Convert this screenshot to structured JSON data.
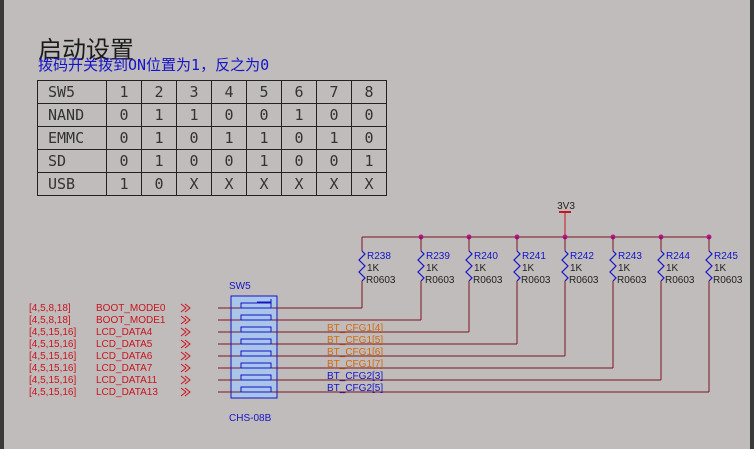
{
  "title": "启动设置",
  "subtitle": "拨码开关拨到ON位置为1，反之为0",
  "table": {
    "header": [
      "SW5",
      "1",
      "2",
      "3",
      "4",
      "5",
      "6",
      "7",
      "8"
    ],
    "rows": [
      [
        "NAND",
        "0",
        "1",
        "1",
        "0",
        "0",
        "1",
        "0",
        "0"
      ],
      [
        "EMMC",
        "0",
        "1",
        "0",
        "1",
        "1",
        "0",
        "1",
        "0"
      ],
      [
        "SD",
        "0",
        "1",
        "0",
        "0",
        "1",
        "0",
        "0",
        "1"
      ],
      [
        "USB",
        "1",
        "0",
        "X",
        "X",
        "X",
        "X",
        "X",
        "X"
      ]
    ]
  },
  "schematic": {
    "power_label": "3V3",
    "switch": {
      "ref": "SW5",
      "part": "CHS-08B"
    },
    "resistors": [
      {
        "ref": "R238",
        "value": "1K",
        "package": "R0603"
      },
      {
        "ref": "R239",
        "value": "1K",
        "package": "R0603"
      },
      {
        "ref": "R240",
        "value": "1K",
        "package": "R0603"
      },
      {
        "ref": "R241",
        "value": "1K",
        "package": "R0603"
      },
      {
        "ref": "R242",
        "value": "1K",
        "package": "R0603"
      },
      {
        "ref": "R243",
        "value": "1K",
        "package": "R0603"
      },
      {
        "ref": "R244",
        "value": "1K",
        "package": "R0603"
      },
      {
        "ref": "R245",
        "value": "1K",
        "package": "R0603"
      }
    ],
    "nets": [
      {
        "sheet_ref": "[4,5,8,18]",
        "name": "BOOT_MODE0",
        "bt_label": ""
      },
      {
        "sheet_ref": "[4,5,8,18]",
        "name": "BOOT_MODE1",
        "bt_label": ""
      },
      {
        "sheet_ref": "[4,5,15,16]",
        "name": "LCD_DATA4",
        "bt_label": "BT_CFG1[4]"
      },
      {
        "sheet_ref": "[4,5,15,16]",
        "name": "LCD_DATA5",
        "bt_label": "BT_CFG1[5]"
      },
      {
        "sheet_ref": "[4,5,15,16]",
        "name": "LCD_DATA6",
        "bt_label": "BT_CFG1[6]"
      },
      {
        "sheet_ref": "[4,5,15,16]",
        "name": "LCD_DATA7",
        "bt_label": "BT_CFG1[7]"
      },
      {
        "sheet_ref": "[4,5,15,16]",
        "name": "LCD_DATA11",
        "bt_label": "BT_CFG2[3]"
      },
      {
        "sheet_ref": "[4,5,15,16]",
        "name": "LCD_DATA13",
        "bt_label": "BT_CFG2[5]"
      }
    ],
    "colors": {
      "net_ref": "#c8141e",
      "wire": "#7a1420",
      "bt_cfg1": "#d06a10",
      "bt_cfg2": "#1414c8",
      "junction": "#b4148c",
      "part": "#1414c8",
      "power": "#c8141e"
    }
  }
}
